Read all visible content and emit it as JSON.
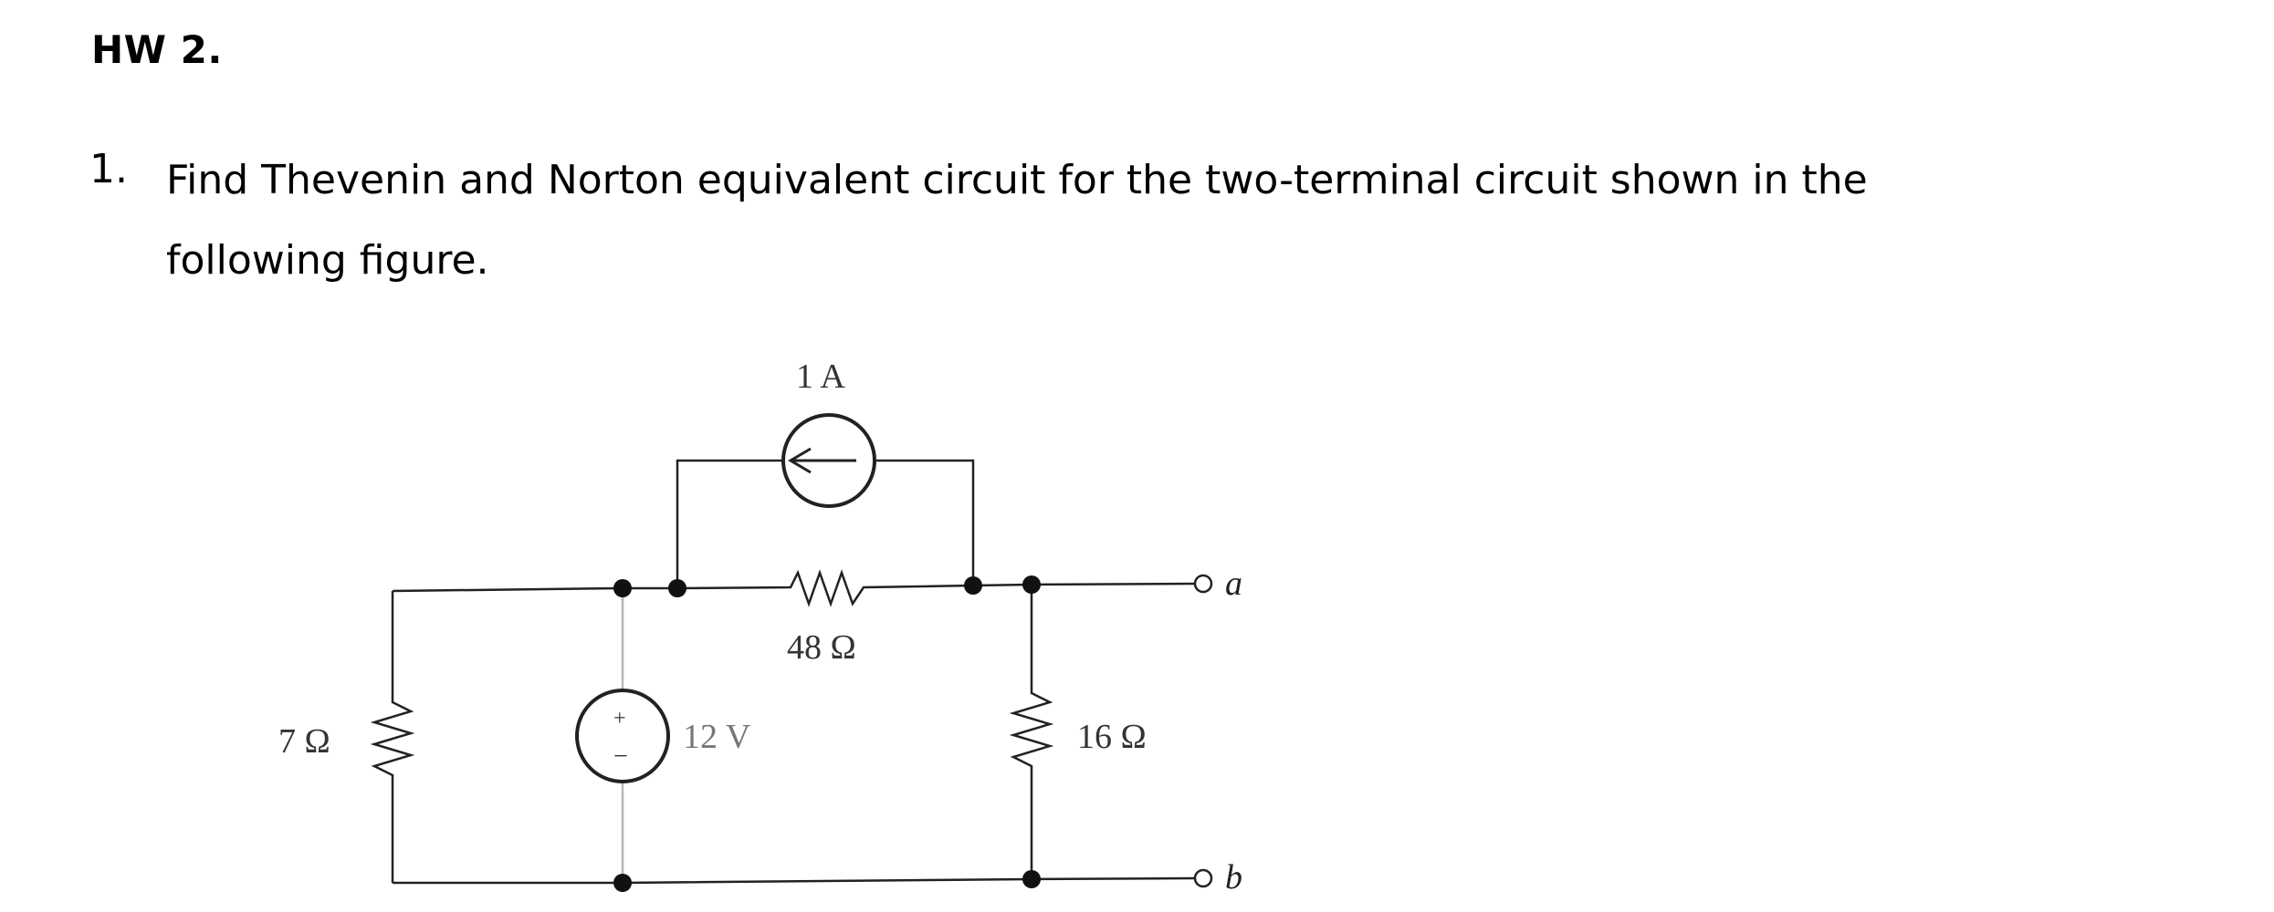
{
  "document": {
    "heading": "HW 2.",
    "problem": {
      "number": "1.",
      "line1": "Find Thevenin and Norton equivalent circuit for the two-terminal circuit shown in the",
      "line2": "following figure."
    }
  },
  "circuit": {
    "current_source_label": "1 A",
    "series_resistor_label": "48 Ω",
    "left_resistor_label": "7 Ω",
    "voltage_source_label": "12 V",
    "voltage_source_plus": "+",
    "voltage_source_minus": "−",
    "load_resistor_label": "16 Ω",
    "terminal_a": "a",
    "terminal_b": "b"
  }
}
